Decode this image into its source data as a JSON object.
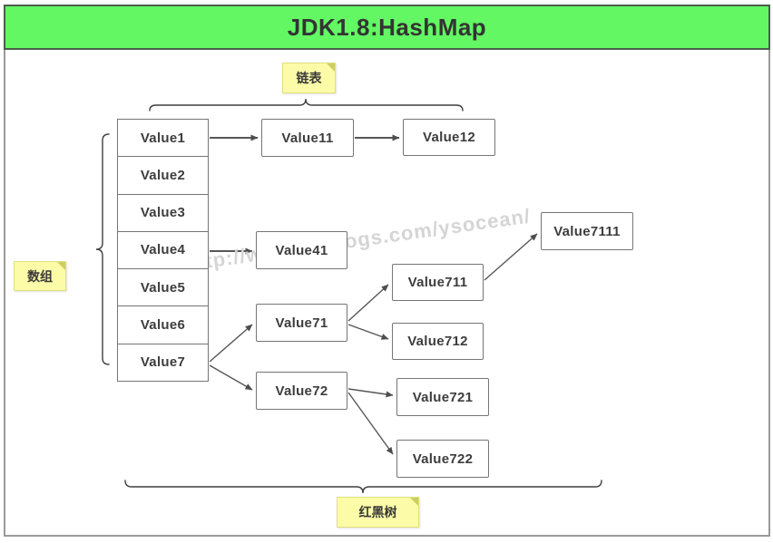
{
  "header": {
    "title": "JDK1.8:HashMap",
    "bg_color": "#62f763"
  },
  "watermark": "http://www.cnblogs.com/ysocean/",
  "notes": {
    "linked_list": "链表",
    "array": "数组",
    "red_black_tree": "红黑树"
  },
  "array_cells": [
    "Value1",
    "Value2",
    "Value3",
    "Value4",
    "Value5",
    "Value6",
    "Value7"
  ],
  "nodes": {
    "value11": "Value11",
    "value12": "Value12",
    "value41": "Value41",
    "value71": "Value71",
    "value72": "Value72",
    "value711": "Value711",
    "value712": "Value712",
    "value721": "Value721",
    "value722": "Value722",
    "value7111": "Value7111"
  },
  "edges": [
    [
      "Value1",
      "Value11"
    ],
    [
      "Value11",
      "Value12"
    ],
    [
      "Value4",
      "Value41"
    ],
    [
      "Value7",
      "Value71"
    ],
    [
      "Value7",
      "Value72"
    ],
    [
      "Value71",
      "Value711"
    ],
    [
      "Value71",
      "Value712"
    ],
    [
      "Value711",
      "Value7111"
    ],
    [
      "Value72",
      "Value721"
    ],
    [
      "Value72",
      "Value722"
    ]
  ],
  "colors": {
    "note_bg": "#fbfba8",
    "node_border": "#757575",
    "edge": "#565656",
    "frame_border": "#9a9a9a"
  }
}
